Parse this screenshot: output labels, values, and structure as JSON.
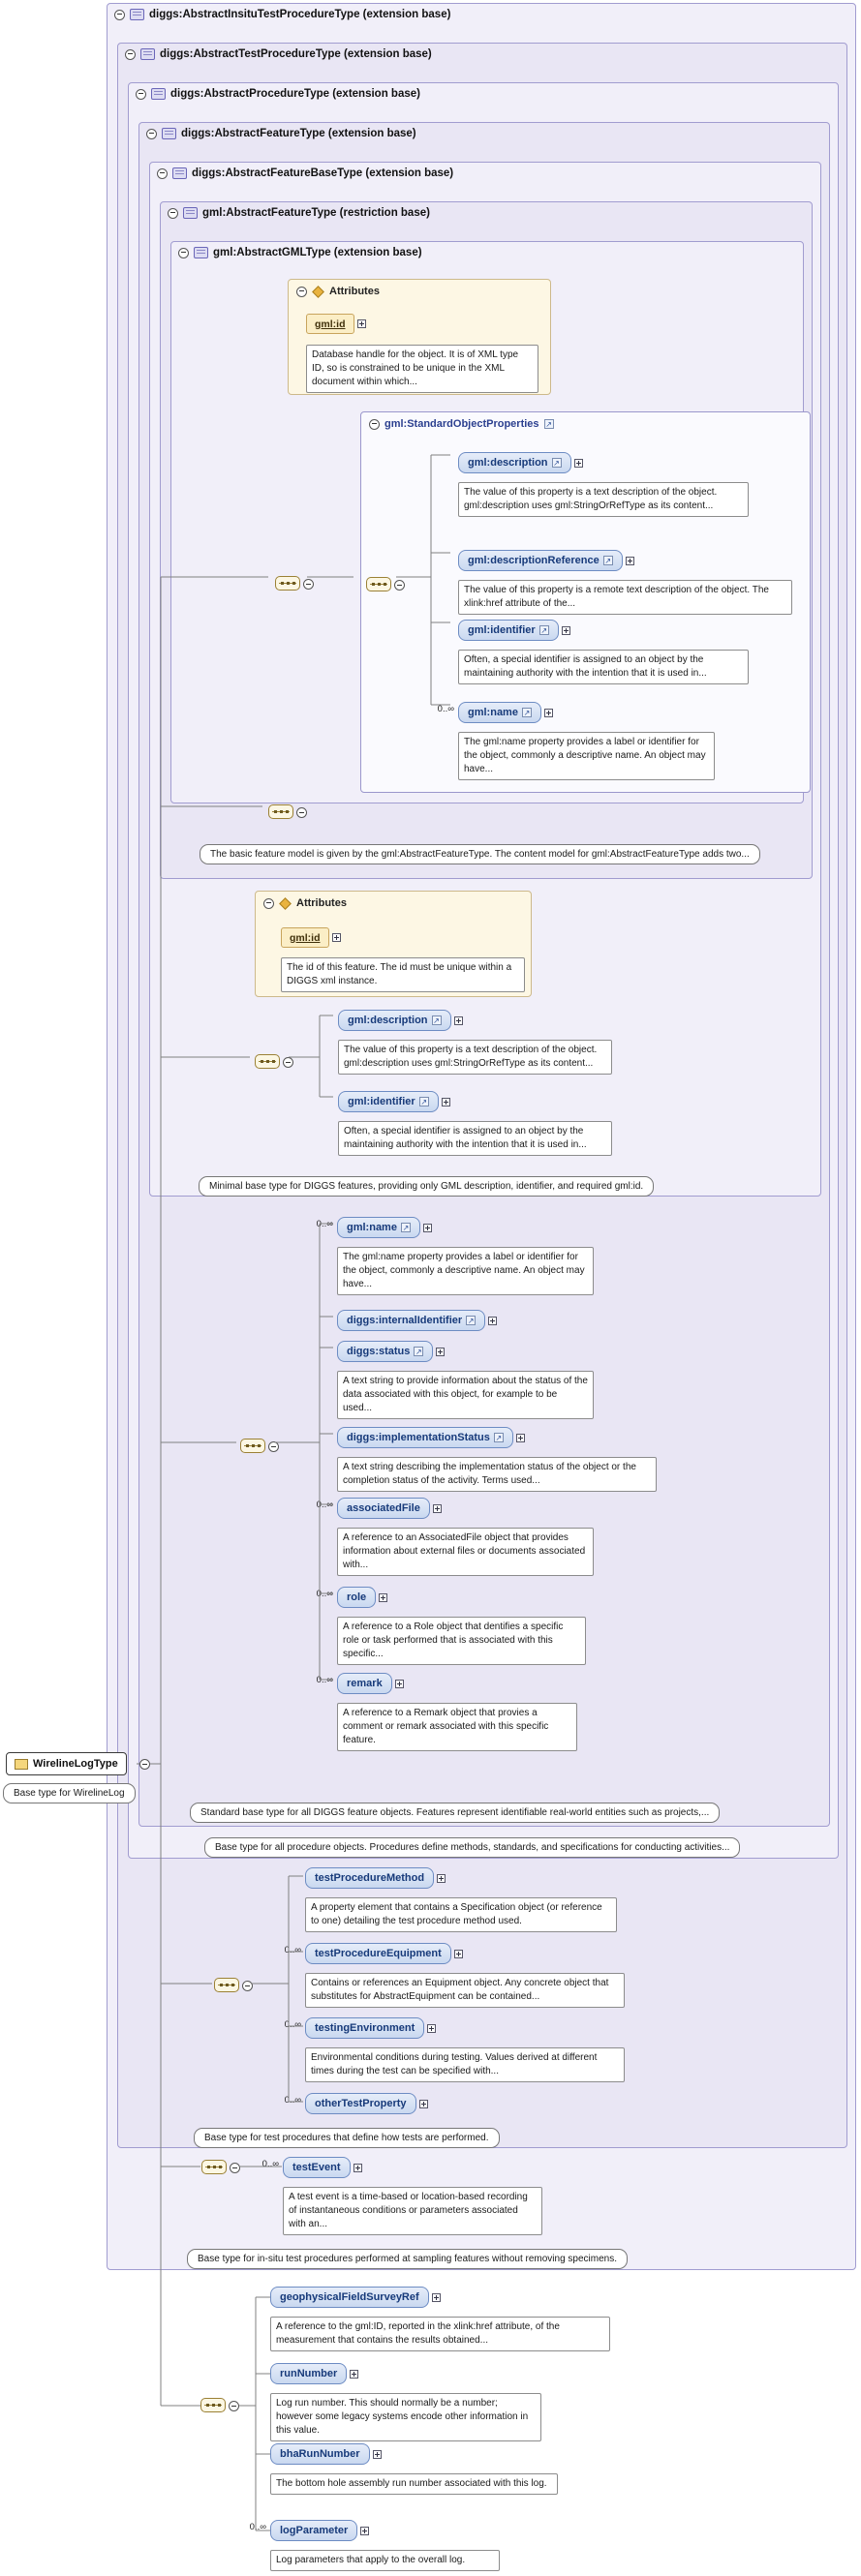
{
  "left_panel": {
    "type_pill": "WirelineLogType",
    "type_note": "Base type for WirelineLog"
  },
  "boxes": {
    "insitu": {
      "title": "diggs:AbstractInsituTestProcedureType (extension base)",
      "note": "Base type for in-situ test procedures performed at sampling features without removing specimens."
    },
    "test": {
      "title": "diggs:AbstractTestProcedureType (extension base)",
      "note": "Base type for test procedures that define how tests are performed."
    },
    "procedure": {
      "title": "diggs:AbstractProcedureType (extension base)",
      "note": "Base type for all procedure objects. Procedures define methods, standards, and specifications for conducting activities..."
    },
    "feature": {
      "title": "diggs:AbstractFeatureType (extension base)",
      "note": "Standard base type for all DIGGS feature objects. Features represent identifiable real-world entities such as projects,..."
    },
    "feature_base": {
      "title": "diggs:AbstractFeatureBaseType (extension base)",
      "note": "Minimal base type for DIGGS features, providing only GML description, identifier, and required gml:id."
    },
    "gml_feature": {
      "title": "gml:AbstractFeatureType (restriction base)",
      "note": "The basic feature model is given by the gml:AbstractFeatureType. The content model for gml:AbstractFeatureType adds two..."
    },
    "gml_object": {
      "title": "gml:AbstractGMLType (extension base)"
    }
  },
  "gml_attributes": {
    "header": "Attributes",
    "attr": "gml:id",
    "annotation": "Database handle for the object. It is of XML type ID, so is constrained to be unique in the XML document within which..."
  },
  "feature_attributes": {
    "header": "Attributes",
    "attr": "gml:id",
    "annotation": "The id of this feature. The id must be unique within a DIGGS xml instance."
  },
  "group": {
    "title": "gml:StandardObjectProperties",
    "items": [
      {
        "label": "gml:description",
        "annotation": "The value of this property is a text description of the object. gml:description uses gml:StringOrRefType as its content..."
      },
      {
        "label": "gml:descriptionReference",
        "annotation": "The value of this property is a remote text description of the object. The xlink:href attribute of the..."
      },
      {
        "label": "gml:identifier",
        "annotation": "Often, a special identifier is assigned to an object by the maintaining authority with the intention that it is used in..."
      },
      {
        "label": "gml:name",
        "occurs": "0..∞",
        "annotation": "The gml:name property provides a label or identifier for the object, commonly a descriptive name. An object may have..."
      }
    ]
  },
  "feature_base_items": [
    {
      "label": "gml:description",
      "annotation": "The value of this property is a text description of the object. gml:description uses gml:StringOrRefType as its content..."
    },
    {
      "label": "gml:identifier",
      "annotation": "Often, a special identifier is assigned to an object by the maintaining authority with the intention that it is used in..."
    }
  ],
  "feature_items": [
    {
      "label": "gml:name",
      "occurs": "0..∞",
      "annotation": "The gml:name property provides a label or identifier for the object, commonly a descriptive name. An object may have..."
    },
    {
      "label": "diggs:internalIdentifier"
    },
    {
      "label": "diggs:status",
      "annotation": "A text string to provide information about the status of the data associated with this object, for example to be used..."
    },
    {
      "label": "diggs:implementationStatus",
      "annotation": "A text string describing the implementation status of the object or the completion status of the activity. Terms used..."
    },
    {
      "label": "associatedFile",
      "occurs": "0..∞",
      "annotation": "A reference to an AssociatedFile object that provides information about external files or documents associated with..."
    },
    {
      "label": "role",
      "occurs": "0..∞",
      "annotation": "A reference to a Role object that dentifies a specific role or task performed that is associated with this specific..."
    },
    {
      "label": "remark",
      "occurs": "0..∞",
      "annotation": "A reference to a Remark object that provies a comment or remark associated with this specific feature."
    }
  ],
  "test_items": [
    {
      "label": "testProcedureMethod",
      "annotation": "A property element that contains a Specification object (or reference to one) detailing the test procedure method used."
    },
    {
      "label": "testProcedureEquipment",
      "occurs": "0..∞",
      "annotation": "Contains or references an Equipment object. Any concrete object that substitutes for AbstractEquipment can be contained..."
    },
    {
      "label": "testingEnvironment",
      "occurs": "0..∞",
      "annotation": "Environmental conditions during testing. Values derived at different times during the test can be specified with..."
    },
    {
      "label": "otherTestProperty",
      "occurs": "0..∞"
    }
  ],
  "insitu_items": [
    {
      "label": "testEvent",
      "occurs": "0..∞",
      "annotation": "A test event is a time-based or location-based recording of instantaneous conditions or parameters associated with an..."
    }
  ],
  "wireline_items": [
    {
      "label": "geophysicalFieldSurveyRef",
      "annotation": "A reference to the gml:ID, reported in the xlink:href attribute, of the measurement that contains the results obtained..."
    },
    {
      "label": "runNumber",
      "annotation": "Log run number. This should normally be a number; however some legacy systems encode other information in this value."
    },
    {
      "label": "bhaRunNumber",
      "annotation": "The bottom hole assembly run number associated with this log."
    },
    {
      "label": "logParameter",
      "occurs": "0..∞",
      "annotation": "Log parameters that apply to the overall log."
    }
  ],
  "colors": {
    "element_fill": "#cfdcf1",
    "element_border": "#6d8cc3",
    "box_border": "#a19cd0",
    "box_fill_light": "#f1eff9",
    "box_fill_dark": "#e9e6f4",
    "attributes_fill": "#fdf7e4",
    "note_border": "#777777"
  }
}
